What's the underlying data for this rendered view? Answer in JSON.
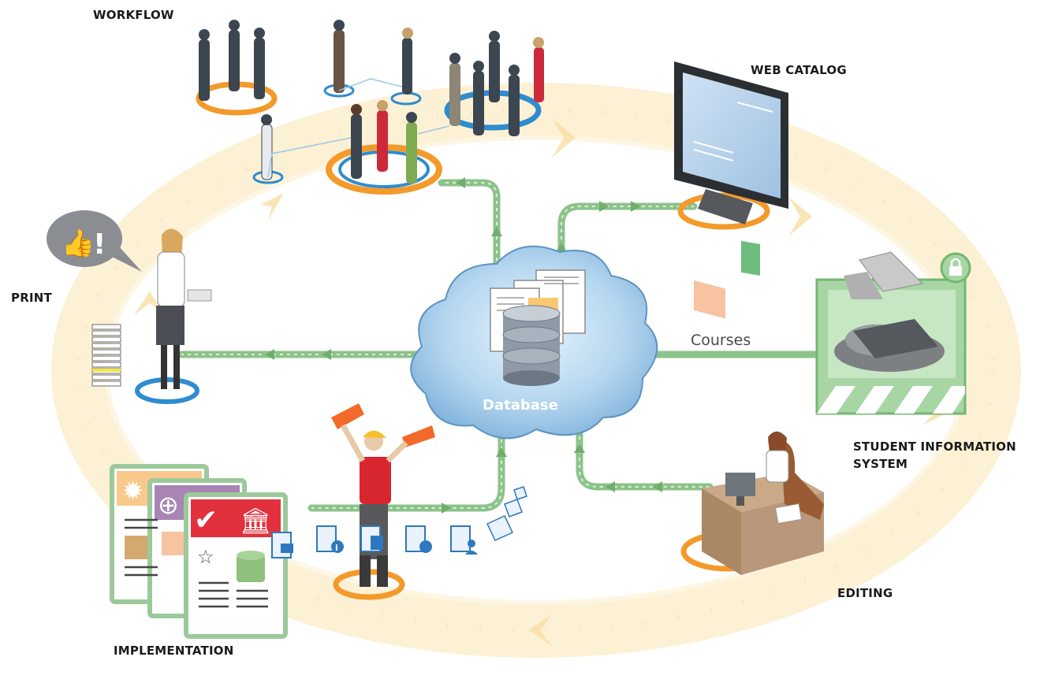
{
  "labels": {
    "workflow": "WORKFLOW",
    "web_catalog": "WEB CATALOG",
    "print": "PRINT",
    "sis_line1": "STUDENT INFORMATION",
    "sis_line2": "SYSTEM",
    "editing": "EDITING",
    "implementation": "IMPLEMENTATION"
  },
  "center": {
    "database": "Database"
  },
  "connections": {
    "courses": "Courses"
  },
  "colors": {
    "ring": "#fbeec9",
    "arrow_green": "#8cc38a",
    "orange": "#f39a2b",
    "blue": "#2f8ccf",
    "cloud": "#8ec0e8"
  },
  "icons": [
    "thumbs-up-icon",
    "exclamation-icon",
    "lock-icon",
    "checkmark-icon",
    "bank-icon",
    "gear-icon",
    "globe-icon",
    "star-icon",
    "info-icon",
    "user-icon"
  ]
}
